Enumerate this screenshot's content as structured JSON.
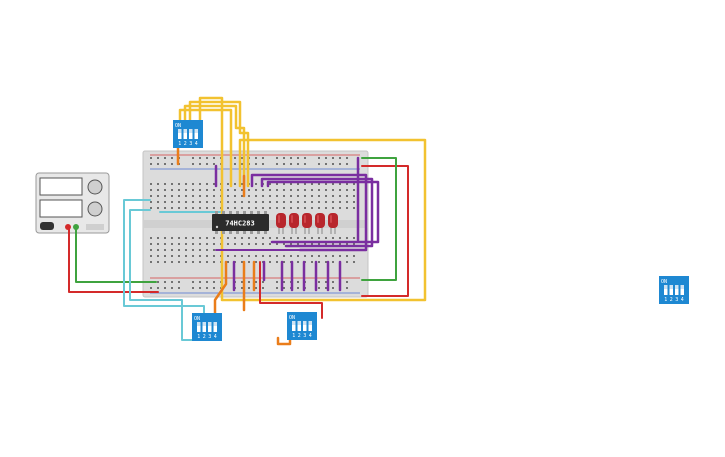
{
  "ic": {
    "label": "74HC283"
  },
  "dip_switch": {
    "on_label": "ON",
    "positions": [
      "1",
      "2",
      "3",
      "4"
    ]
  },
  "colors": {
    "breadboard": "#dcdcdc",
    "hole": "#5a5a5a",
    "rail_red": "#d43b3b",
    "rail_blue": "#4a6fd1",
    "switch_blue": "#1e88d2",
    "ic_body": "#2b2b2b",
    "led_red": "#b8262c",
    "wire_yellow": "#f2c230",
    "wire_orange": "#ea7d1a",
    "wire_purple": "#7a2ea0",
    "wire_green": "#3fa33f",
    "wire_red": "#d42a2a",
    "wire_cyan": "#69c9d6"
  }
}
